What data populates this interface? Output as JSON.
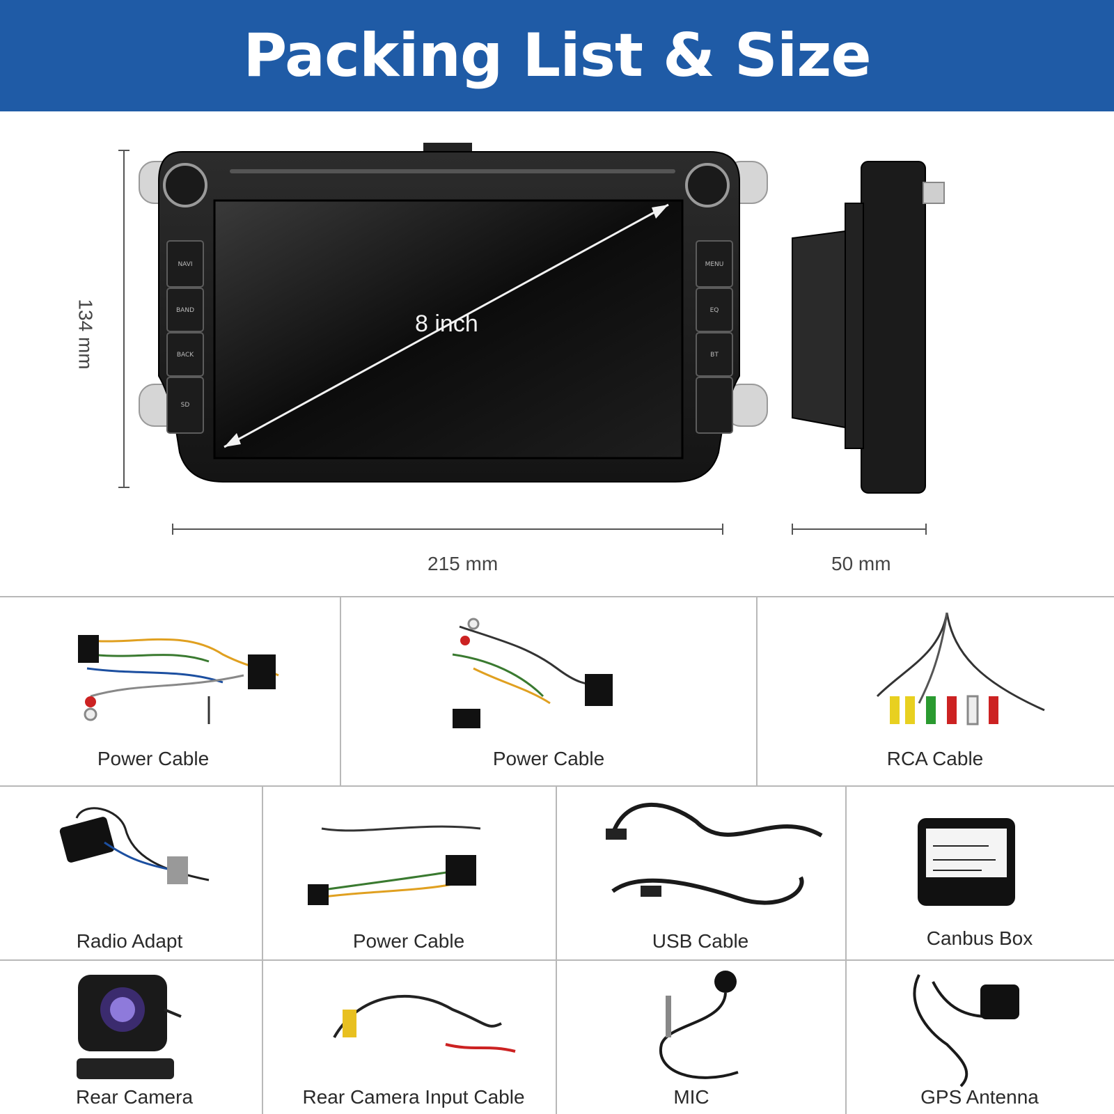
{
  "title": "Packing List & Size",
  "product": {
    "screen_size": "8 inch",
    "height": "134 mm",
    "width": "215 mm",
    "depth": "50 mm",
    "left_buttons": [
      "NAVI",
      "BAND",
      "BACK",
      "SD"
    ],
    "right_buttons": [
      "MENU",
      "EQ",
      "BT",
      ""
    ]
  },
  "items": [
    {
      "label": "Power Cable",
      "icon": "power-cable-icon"
    },
    {
      "label": "Power Cable",
      "icon": "power-cable-icon"
    },
    {
      "label": "RCA Cable",
      "icon": "rca-cable-icon"
    },
    {
      "label": "Radio Adapt",
      "icon": "radio-adapter-icon"
    },
    {
      "label": "Power Cable",
      "icon": "power-cable-icon"
    },
    {
      "label": "USB Cable",
      "icon": "usb-cable-icon"
    },
    {
      "label": "Canbus Box",
      "icon": "canbus-box-icon"
    },
    {
      "label": "Rear Camera",
      "icon": "rear-camera-icon"
    },
    {
      "label": "Rear Camera Input Cable",
      "icon": "camera-input-cable-icon"
    },
    {
      "label": "MIC",
      "icon": "microphone-icon"
    },
    {
      "label": "GPS Antenna",
      "icon": "gps-antenna-icon"
    }
  ]
}
